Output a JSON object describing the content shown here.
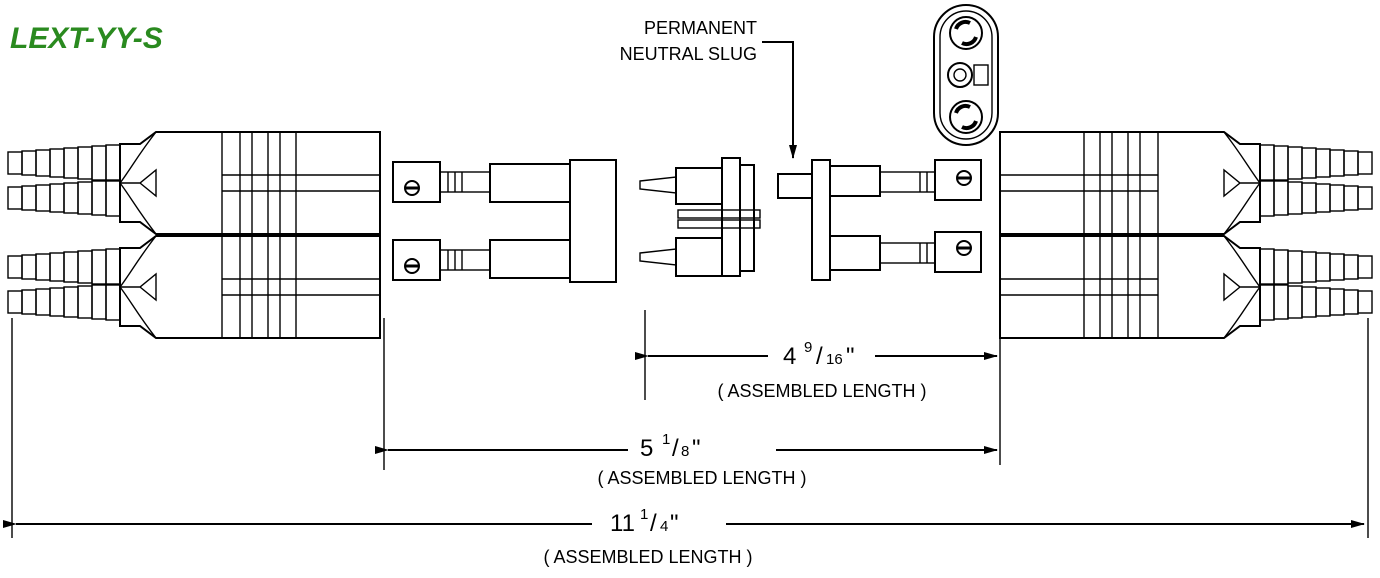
{
  "diagram": {
    "title": "LEXT-YY-S",
    "title_color": "#2a8a1f",
    "callout": {
      "line1": "PERMANENT",
      "line2": "NEUTRAL SLUG"
    },
    "dimensions": [
      {
        "whole": "4",
        "num": "9",
        "den": "16",
        "unit": "\"",
        "note": "( ASSEMBLED LENGTH )"
      },
      {
        "whole": "5",
        "num": "1",
        "den": "8",
        "unit": "\"",
        "note": "( ASSEMBLED LENGTH )"
      },
      {
        "whole": "11",
        "num": "1",
        "den": "4",
        "unit": "\"",
        "note": "( ASSEMBLED LENGTH )"
      }
    ]
  }
}
